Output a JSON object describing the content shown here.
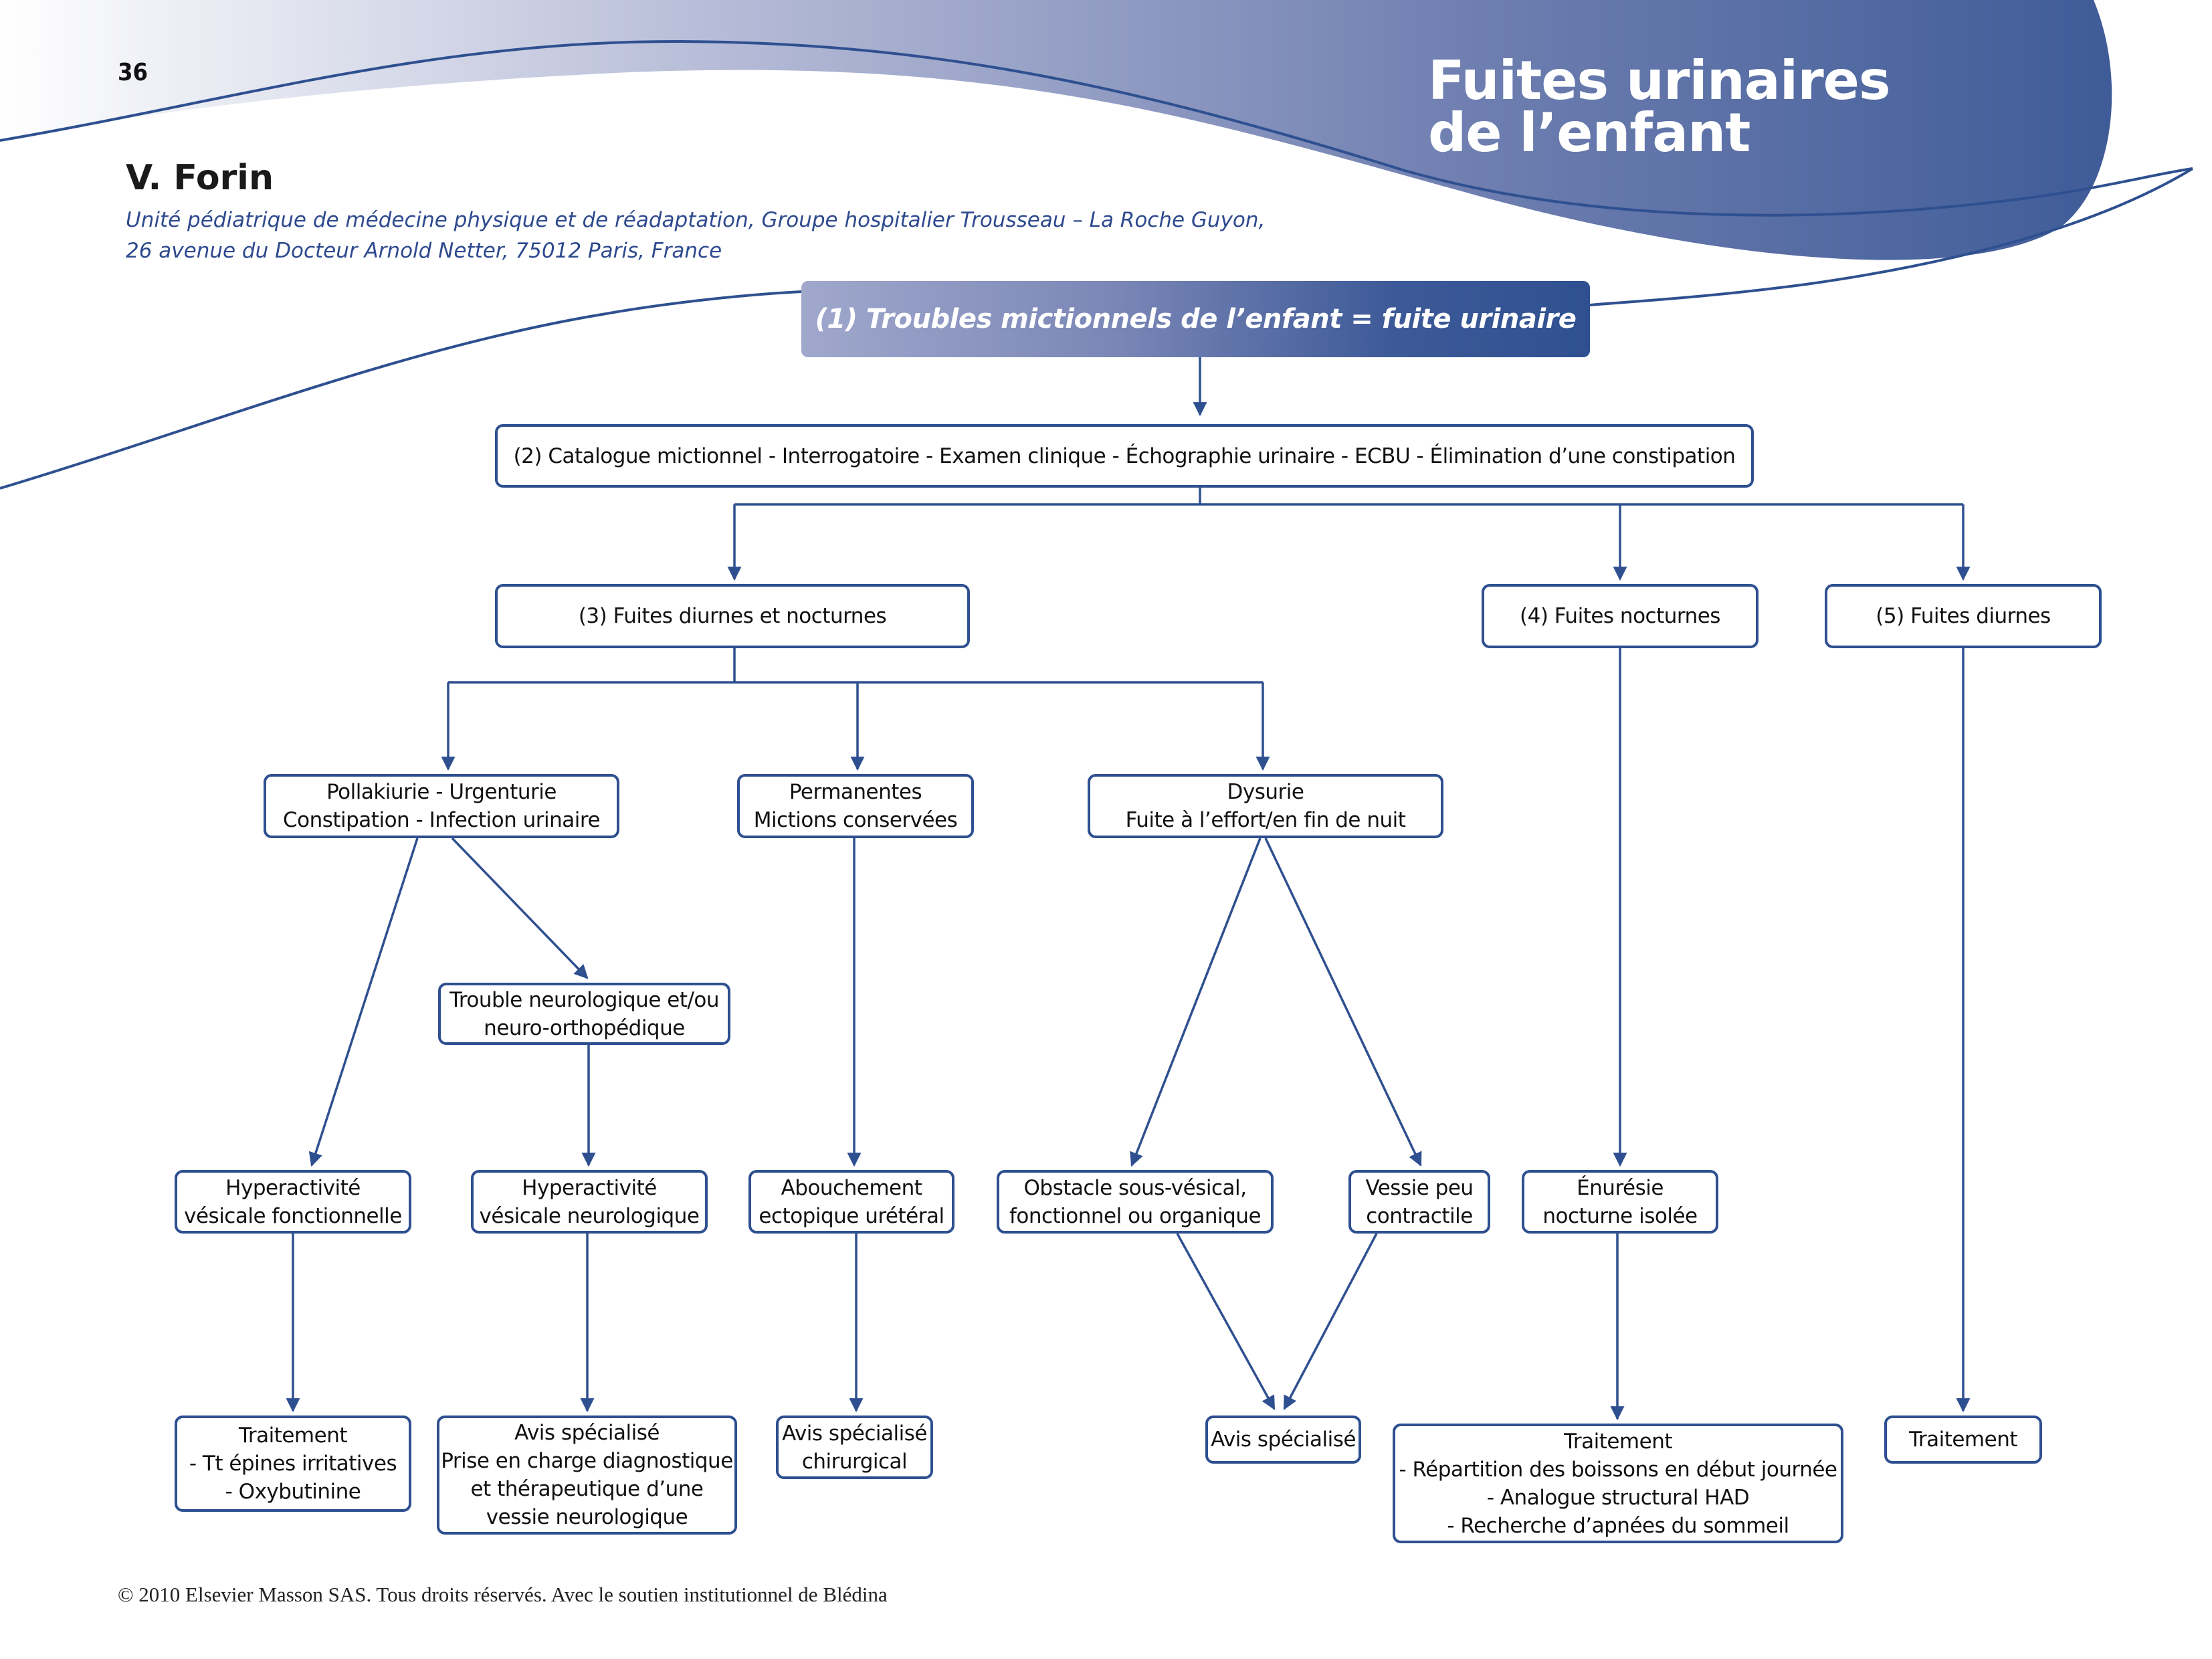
{
  "header": {
    "page_number": "36",
    "title_line1": "Fuites urinaires",
    "title_line2": "de l’enfant",
    "author": "V. Forin",
    "affiliation_line1": "Unité pédiatrique de médecine physique et de réadaptation, Groupe hospitalier Trousseau – La Roche Guyon,",
    "affiliation_line2": "26 avenue du Docteur Arnold Netter, 75012 Paris, France"
  },
  "colors": {
    "accent": "#2f5090",
    "header_light": "#eef0f6",
    "header_dark": "#3d5a98",
    "text": "#111111"
  },
  "nodes": {
    "n1": {
      "lines": [
        "(1) Troubles mictionnels de l’enfant = fuite urinaire"
      ]
    },
    "n2": {
      "lines": [
        "(2) Catalogue mictionnel - Interrogatoire - Examen clinique - Échographie urinaire - ECBU - Élimination d’une constipation"
      ]
    },
    "n3": {
      "lines": [
        "(3) Fuites diurnes et nocturnes"
      ]
    },
    "n4": {
      "lines": [
        "(4) Fuites nocturnes"
      ]
    },
    "n5": {
      "lines": [
        "(5) Fuites diurnes"
      ]
    },
    "pollakiurie": {
      "lines": [
        "Pollakiurie - Urgenturie",
        "Constipation - Infection urinaire"
      ]
    },
    "permanentes": {
      "lines": [
        "Permanentes",
        "Mictions conservées"
      ]
    },
    "dysurie": {
      "lines": [
        "Dysurie",
        "Fuite à l’effort/en fin de nuit"
      ]
    },
    "trouble_neuro": {
      "lines": [
        "Trouble neurologique et/ou",
        "neuro-orthopédique"
      ]
    },
    "hyper_fonct": {
      "lines": [
        "Hyperactivité",
        "vésicale fonctionnelle"
      ]
    },
    "hyper_neuro": {
      "lines": [
        "Hyperactivité",
        "vésicale neurologique"
      ]
    },
    "abouchement": {
      "lines": [
        "Abouchement",
        "ectopique urétéral"
      ]
    },
    "obstacle": {
      "lines": [
        "Obstacle sous-vésical,",
        "fonctionnel ou organique"
      ]
    },
    "vessie": {
      "lines": [
        "Vessie peu",
        "contractile"
      ]
    },
    "enuresie": {
      "lines": [
        "Énurésie",
        "nocturne isolée"
      ]
    },
    "traitement_fonct": {
      "lines": [
        "Traitement",
        "- Tt épines irritatives",
        "- Oxybutinine"
      ]
    },
    "avis_neuro": {
      "lines": [
        "Avis spécialisé",
        "Prise en charge diagnostique",
        "et thérapeutique d’une",
        "vessie neurologique"
      ]
    },
    "avis_chir": {
      "lines": [
        "Avis spécialisé",
        "chirurgical"
      ]
    },
    "avis_spec": {
      "lines": [
        "Avis spécialisé"
      ]
    },
    "traitement_noct": {
      "lines": [
        "Traitement",
        "- Répartition des boissons en début journée",
        "- Analogue structural HAD",
        "- Recherche d’apnées du sommeil"
      ]
    },
    "traitement_diurnes": {
      "lines": [
        "Traitement"
      ]
    }
  },
  "edges": [
    [
      "n1",
      "n2"
    ],
    [
      "n2",
      "n3"
    ],
    [
      "n2",
      "n4"
    ],
    [
      "n2",
      "n5"
    ],
    [
      "n3",
      "pollakiurie"
    ],
    [
      "n3",
      "permanentes"
    ],
    [
      "n3",
      "dysurie"
    ],
    [
      "pollakiurie",
      "hyper_fonct"
    ],
    [
      "pollakiurie",
      "trouble_neuro"
    ],
    [
      "trouble_neuro",
      "hyper_neuro"
    ],
    [
      "permanentes",
      "abouchement"
    ],
    [
      "dysurie",
      "obstacle"
    ],
    [
      "dysurie",
      "vessie"
    ],
    [
      "n4",
      "enuresie"
    ],
    [
      "hyper_fonct",
      "traitement_fonct"
    ],
    [
      "hyper_neuro",
      "avis_neuro"
    ],
    [
      "abouchement",
      "avis_chir"
    ],
    [
      "obstacle",
      "avis_spec"
    ],
    [
      "vessie",
      "avis_spec"
    ],
    [
      "enuresie",
      "traitement_noct"
    ],
    [
      "n5",
      "traitement_diurnes"
    ]
  ],
  "footer": {
    "copyright": "© 2010 Elsevier Masson SAS. Tous droits réservés. Avec le soutien institutionnel de Blédina"
  }
}
